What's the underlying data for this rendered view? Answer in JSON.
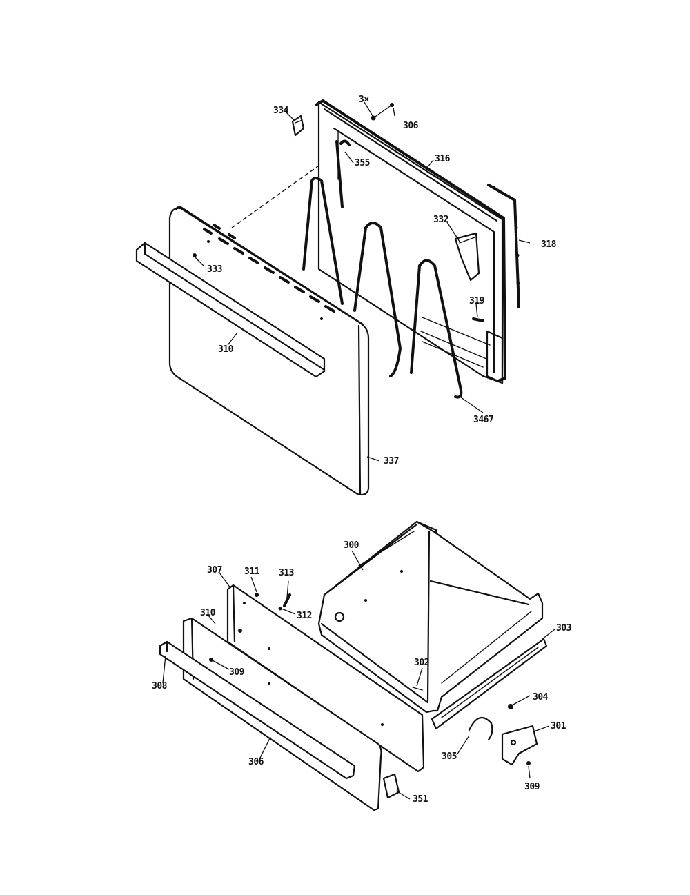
{
  "diagram": {
    "callouts": {
      "c334": "334",
      "c3xx_top": "3×",
      "c306_top": "306",
      "c355": "355",
      "c316": "316",
      "c318": "318",
      "c332": "332",
      "c333": "333",
      "c319": "319",
      "c310_door": "310",
      "c3467": "3467",
      "c337": "337",
      "c300": "300",
      "c307": "307",
      "c311": "311",
      "c313": "313",
      "c312": "312",
      "c310": "310",
      "c309": "309",
      "c308": "308",
      "c302": "302",
      "c303": "303",
      "c304": "304",
      "c306": "306",
      "c301": "301",
      "c305": "305",
      "c309b": "309",
      "c351": "351"
    }
  }
}
